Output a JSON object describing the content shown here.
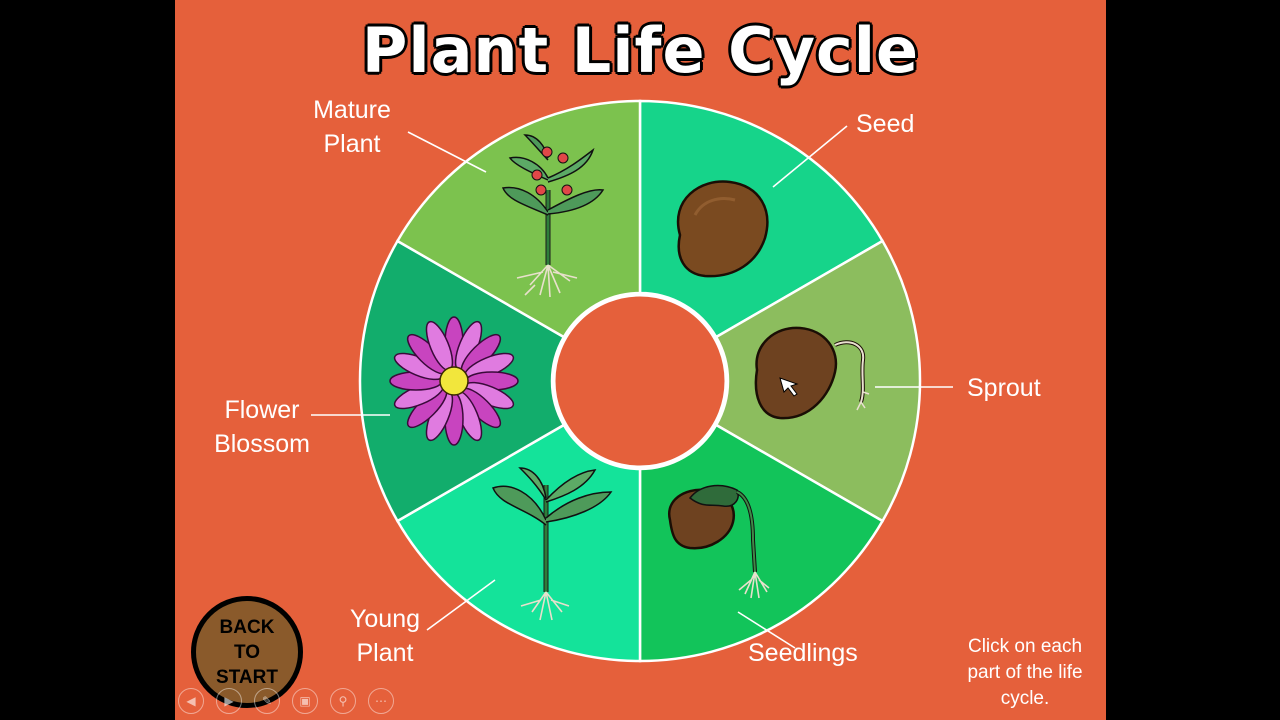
{
  "slide": {
    "title": "Plant Life Cycle",
    "hint": "Click on each part of the life cycle."
  },
  "stages": {
    "seed": "Seed",
    "sprout": "Sprout",
    "seedlings": "Seedlings",
    "young_plant": {
      "line1": "Young",
      "line2": "Plant"
    },
    "flower_blossom": {
      "line1": "Flower",
      "line2": "Blossom"
    },
    "mature_plant": {
      "line1": "Mature",
      "line2": "Plant"
    }
  },
  "back_button": {
    "label": "BACK\nTO\nSTART"
  },
  "colors": {
    "slide_bg": "#e5603b",
    "seed": "#16d48a",
    "sprout": "#8cbd5e",
    "seedlings": "#12c45a",
    "young_plant": "#14e39a",
    "flower_blossom": "#12ad6c",
    "mature_plant": "#7cc24e"
  },
  "toolbar": {
    "icons": [
      "prev-icon",
      "next-icon",
      "pen-icon",
      "slides-icon",
      "zoom-icon",
      "more-icon"
    ]
  }
}
